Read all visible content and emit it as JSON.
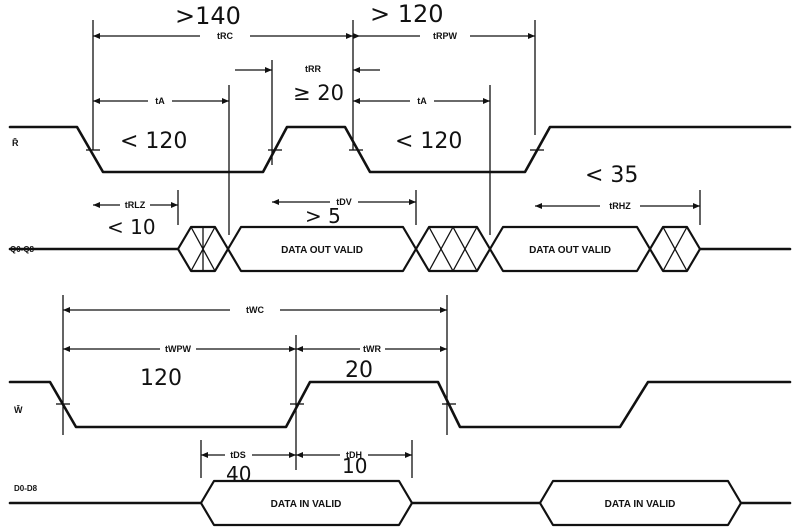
{
  "signals": {
    "r": "R̄",
    "q0q8": "Q0-Q8",
    "w": "W̄",
    "d0d8": "D0-D8"
  },
  "bus_labels": {
    "data_out_1": "DATA OUT VALID",
    "data_out_2": "DATA OUT VALID",
    "data_in_1": "DATA IN VALID",
    "data_in_2": "DATA IN VALID"
  },
  "timing": {
    "t_rc": "tRC",
    "t_rpw": "tRPW",
    "t_rr": "tRR",
    "t_a1": "tA",
    "t_a2": "tA",
    "t_rlz": "tRLZ",
    "t_dv": "tDV",
    "t_rhz": "tRHZ",
    "t_wc": "tWC",
    "t_wpw": "tWPW",
    "t_wr": "tWR",
    "t_ds": "tDS",
    "t_dh": "tDH"
  },
  "annotations": {
    "rc": ">140",
    "rpw": "> 120",
    "rr": "≥ 20",
    "a1": "< 120",
    "a2": "< 120",
    "rhz": "< 35",
    "rlz": "< 10",
    "dv": "> 5",
    "wpw": "120",
    "wr": "20",
    "ds": "40",
    "dh": "10"
  }
}
